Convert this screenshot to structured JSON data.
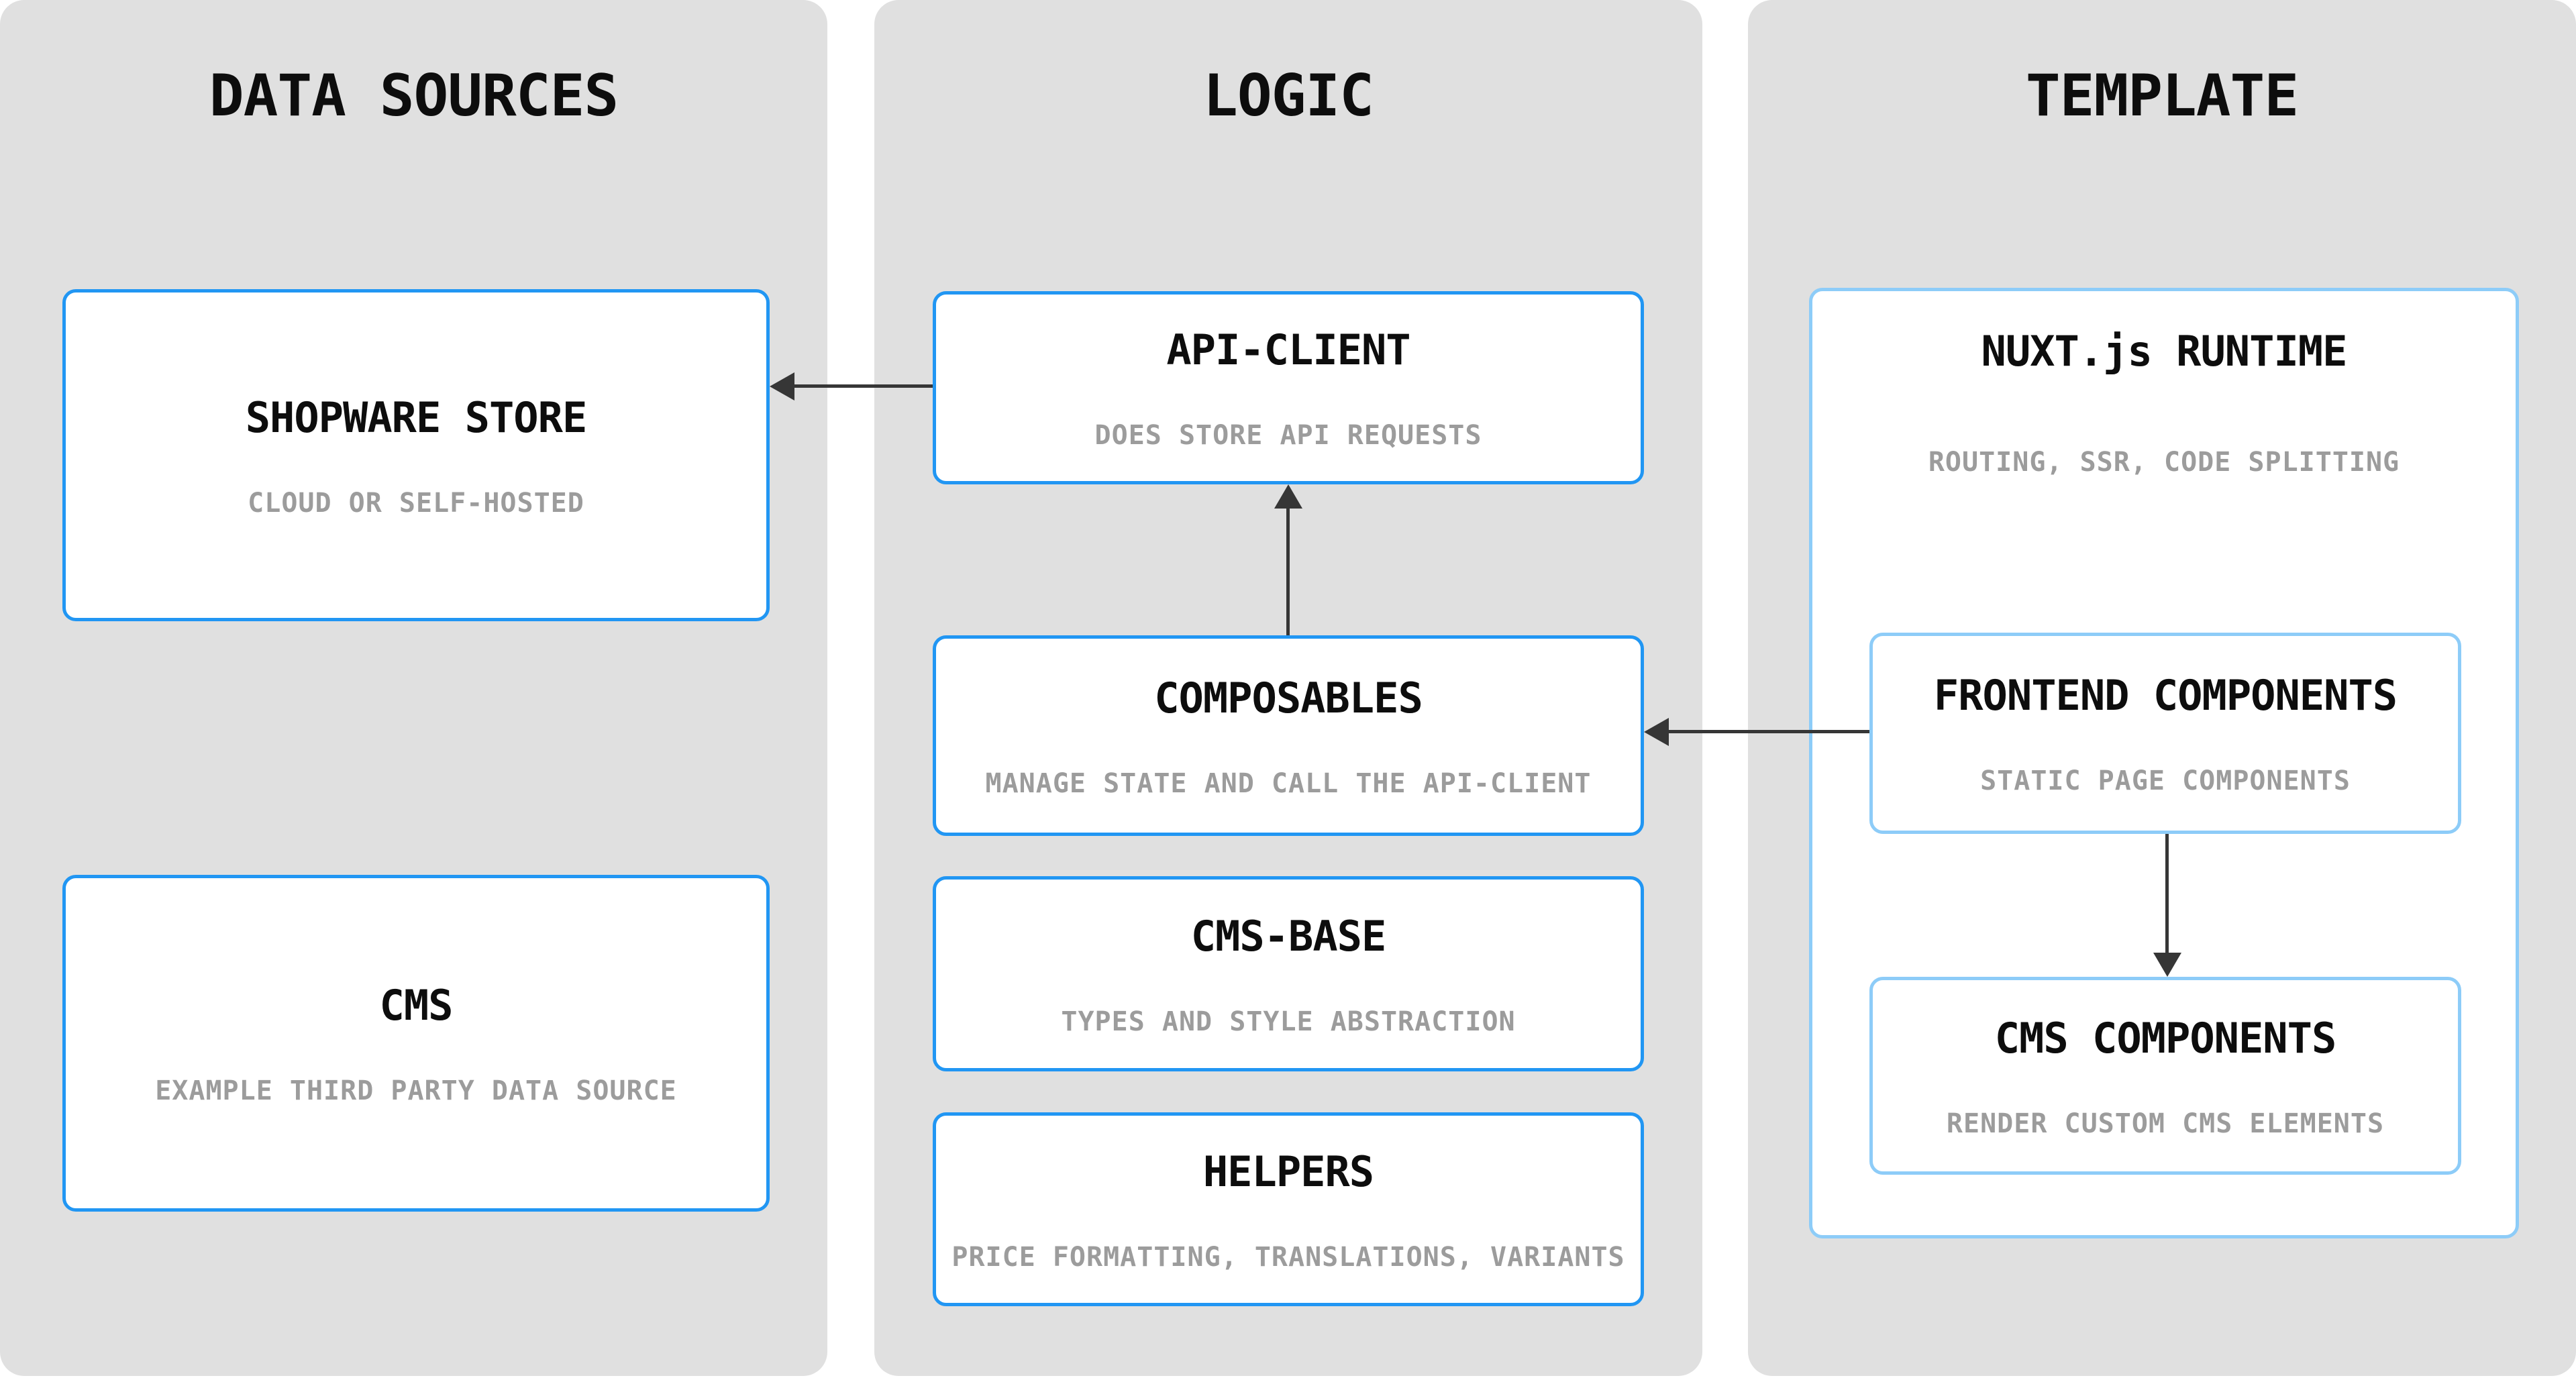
{
  "columns": [
    {
      "title": "DATA SOURCES",
      "boxes": [
        {
          "title": "SHOPWARE STORE",
          "subtitle": "CLOUD OR SELF-HOSTED"
        },
        {
          "title": "CMS",
          "subtitle": "EXAMPLE THIRD PARTY DATA SOURCE"
        }
      ]
    },
    {
      "title": "LOGIC",
      "boxes": [
        {
          "title": "API-CLIENT",
          "subtitle": "DOES STORE API REQUESTS"
        },
        {
          "title": "COMPOSABLES",
          "subtitle": "MANAGE STATE AND CALL THE API-CLIENT"
        },
        {
          "title": "CMS-BASE",
          "subtitle": "TYPES AND STYLE ABSTRACTION"
        },
        {
          "title": "HELPERS",
          "subtitle": "PRICE FORMATTING, TRANSLATIONS, VARIANTS"
        }
      ]
    },
    {
      "title": "TEMPLATE",
      "boxes": [
        {
          "title": "NUXT.js RUNTIME",
          "subtitle": "ROUTING, SSR, CODE SPLITTING"
        },
        {
          "title": "FRONTEND COMPONENTS",
          "subtitle": "STATIC PAGE COMPONENTS"
        },
        {
          "title": "CMS COMPONENTS",
          "subtitle": "RENDER CUSTOM CMS ELEMENTS"
        }
      ]
    }
  ],
  "arrows": [
    {
      "from": "API-CLIENT",
      "to": "SHOPWARE STORE",
      "direction": "left"
    },
    {
      "from": "COMPOSABLES",
      "to": "API-CLIENT",
      "direction": "up"
    },
    {
      "from": "FRONTEND COMPONENTS",
      "to": "COMPOSABLES",
      "direction": "left"
    },
    {
      "from": "FRONTEND COMPONENTS",
      "to": "CMS COMPONENTS",
      "direction": "down"
    }
  ],
  "colors": {
    "page_background": "#ffffff",
    "panel_background": "#e0e0e0",
    "box_background": "#ffffff",
    "strong_border": "#2196f3",
    "light_border": "#8dccf8",
    "title_text": "#0d0d0d",
    "subtitle_text": "#9c9c9c",
    "arrow": "#363636"
  }
}
